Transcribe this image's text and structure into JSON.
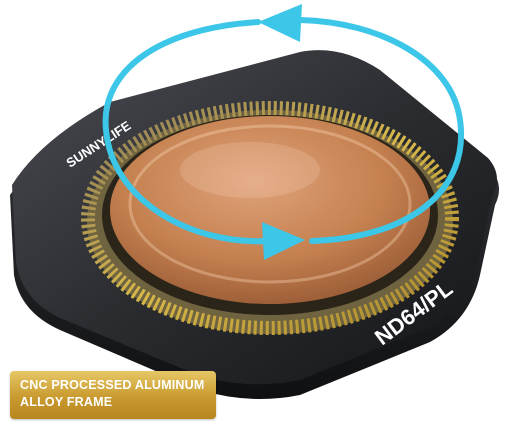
{
  "product": {
    "brand": "SUNNYLIFE",
    "model": "ND64/PL"
  },
  "badge": {
    "line1": "CNC PROCESSED ALUMINUM",
    "line2": "ALLOY FRAME"
  },
  "colors": {
    "arrow": "#3cc6e8",
    "frame": "#2b2d31",
    "glass": "#c47a4a",
    "ring": "#b89a3a",
    "badge": "#c99a2f"
  }
}
